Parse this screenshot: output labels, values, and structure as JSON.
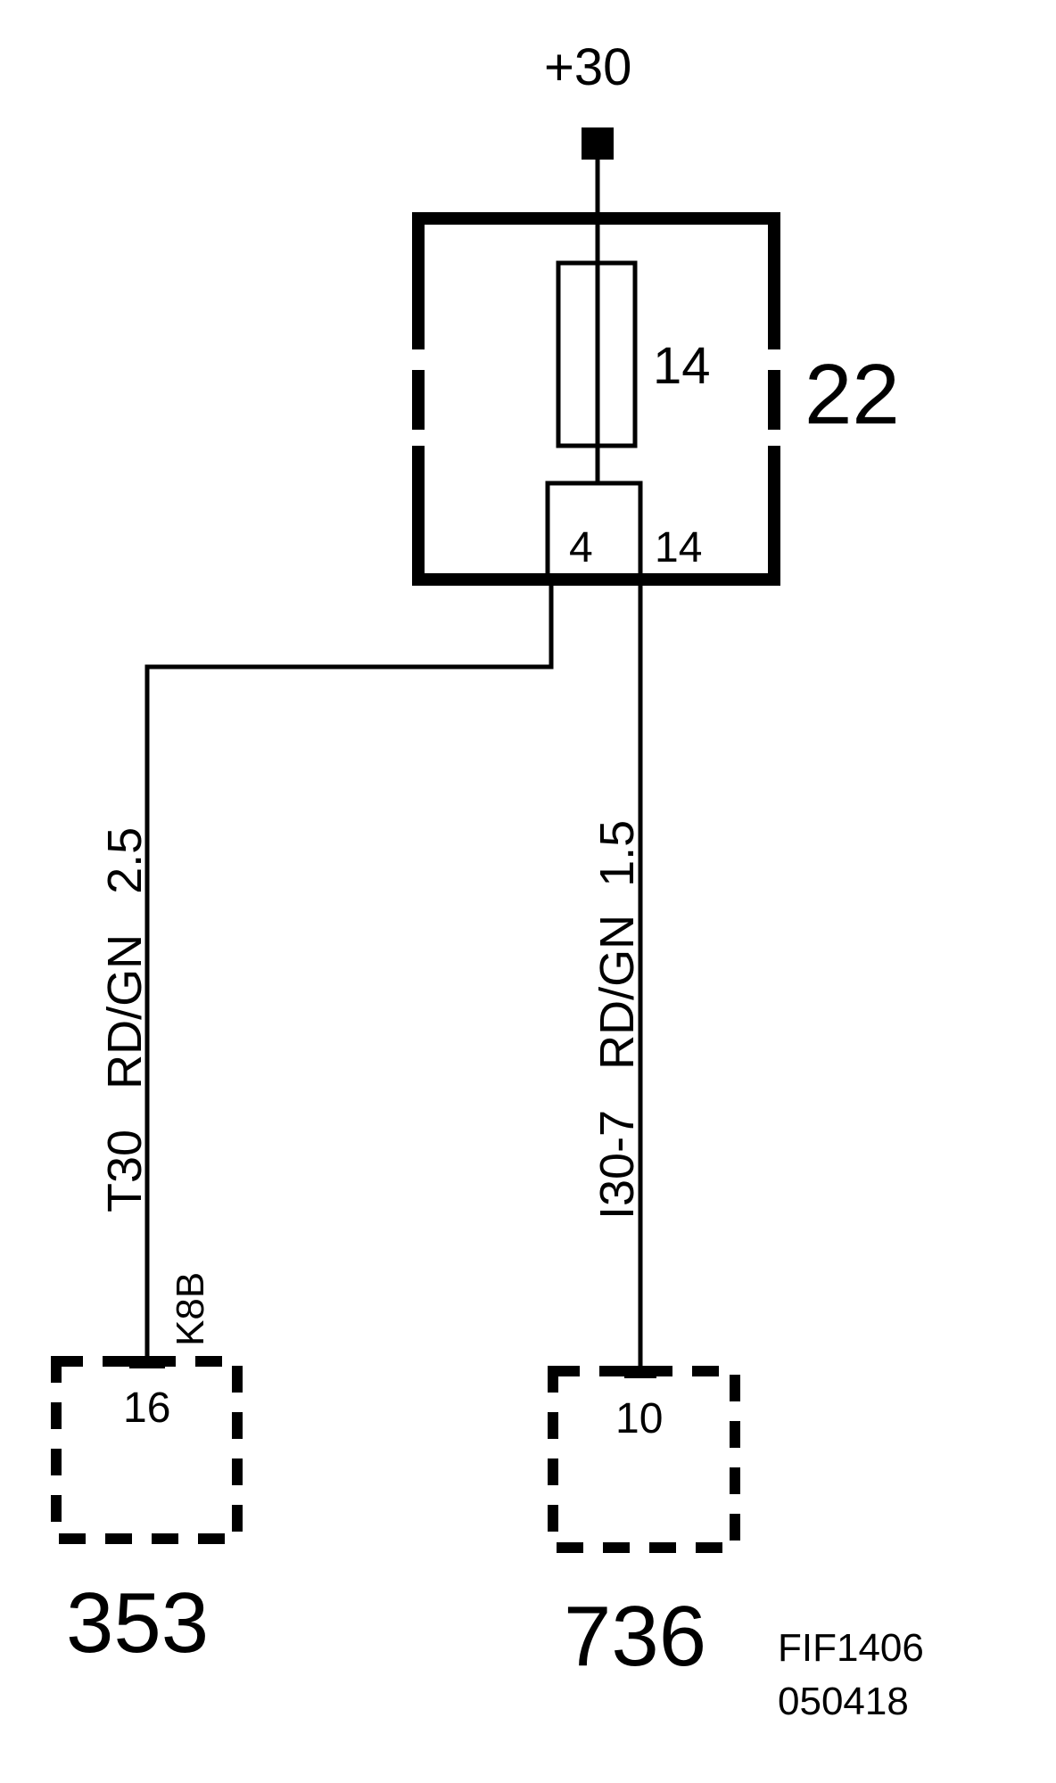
{
  "supply": {
    "label": "+30"
  },
  "fuse_box": {
    "id": "22",
    "fuse_number": "14",
    "pins": {
      "left": "4",
      "right": "14"
    }
  },
  "wires": [
    {
      "name": "T30",
      "color": "RD/GN",
      "size": "2.5",
      "connector": "K8B"
    },
    {
      "name": "I30-7",
      "color": "RD/GN",
      "size": "1.5"
    }
  ],
  "components": [
    {
      "id": "353",
      "pin": "16"
    },
    {
      "id": "736",
      "pin": "10"
    }
  ],
  "reference": {
    "line1": "FIF1406",
    "line2": "050418"
  }
}
